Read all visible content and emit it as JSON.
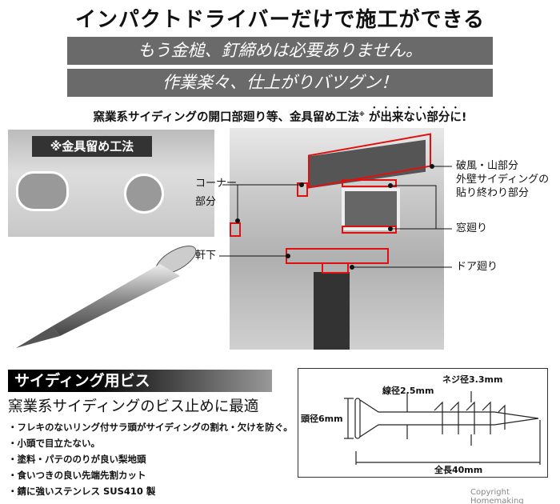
{
  "title": "インパクトドライバーだけで施工ができる",
  "banners": [
    "もう金槌、釘締めは必要ありません。",
    "作業楽々、仕上がりバツグン！"
  ],
  "lead": {
    "text": "窯業系サイディングの開口部廻り等、金具留め工法",
    "note_mark": "※",
    "emphasis": "が出来ない部分に",
    "end": "!"
  },
  "left_photo": {
    "label": "※金具留め工法"
  },
  "house_labels": {
    "corner": [
      "コーナー",
      "部分"
    ],
    "eaves": "軒下",
    "gable": [
      "破風・山部分",
      "外壁サイディングの",
      "貼り終わり部分"
    ],
    "window": "窓廻り",
    "door": "ドア廻り"
  },
  "colors": {
    "highlight": "#e01010",
    "banner": "#6a6a6a"
  },
  "section": {
    "heading": "サイディング用ビス",
    "subtitle": "窯業系サイディングのビス止めに最適",
    "bullets": [
      "・フレキのないリング付サラ頭がサイディングの割れ・欠けを防ぐ。",
      "・小頭で目立たない。",
      "・塗料・パテののりが良い梨地頭",
      "・食いつきの良い先端先割カット",
      "・錆に強いステンレス SUS410 製"
    ]
  },
  "diagram": {
    "thread_dia": "ネジ径3.3mm",
    "wire_dia": "線径2.5mm",
    "head_dia": "頭径6mm",
    "length": "全長40mm"
  },
  "copyright": "Copyright  Homemaking"
}
